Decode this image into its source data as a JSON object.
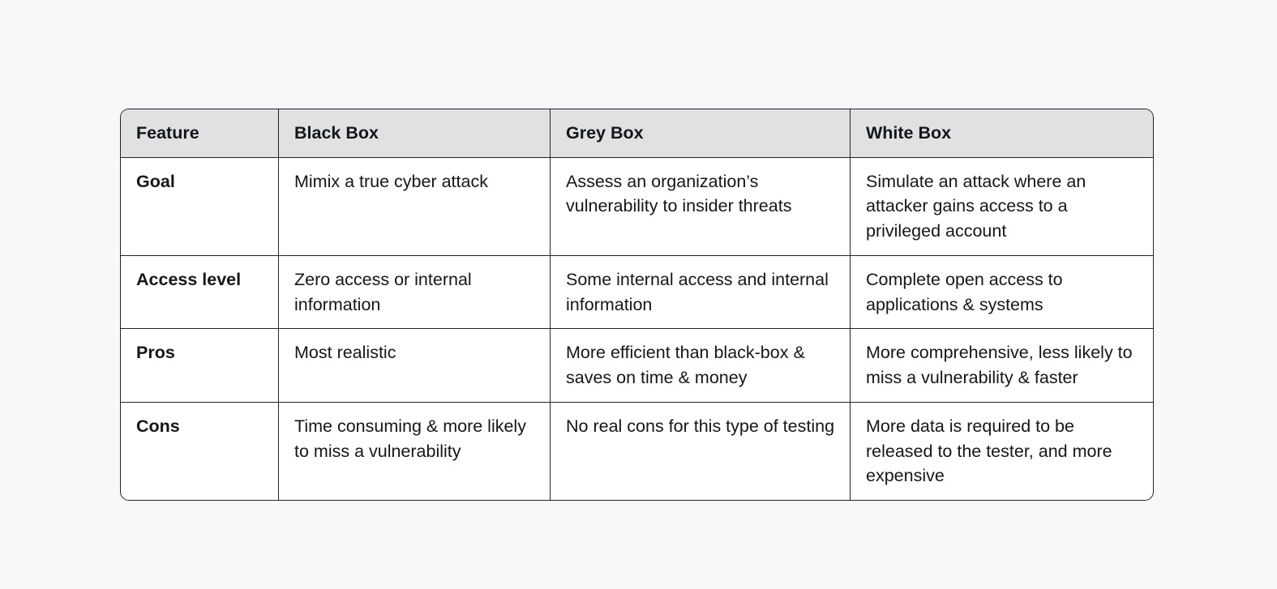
{
  "table": {
    "columns": [
      {
        "key": "feature",
        "header": "Feature"
      },
      {
        "key": "black_box",
        "header": "Black Box"
      },
      {
        "key": "grey_box",
        "header": "Grey Box"
      },
      {
        "key": "white_box",
        "header": "White Box"
      }
    ],
    "rows": [
      {
        "label": "Goal",
        "black_box": "Mimix a true cyber attack",
        "grey_box": "Assess an organization’s vulnerability to insider threats",
        "white_box": "Simulate an attack where an attacker gains access to a privileged account"
      },
      {
        "label": "Access level",
        "black_box": "Zero access or internal information",
        "grey_box": "Some internal access and internal information",
        "white_box": "Complete open access to applications & systems"
      },
      {
        "label": "Pros",
        "black_box": "Most realistic",
        "grey_box": "More efficient than black-box & saves on time & money",
        "white_box": "More comprehensive, less likely to miss a vulnerability & faster"
      },
      {
        "label": "Cons",
        "black_box": "Time consuming & more likely to miss a vulnerability",
        "grey_box": "No real cons for this type of testing",
        "white_box": "More data is required to be released to the tester, and more expensive"
      }
    ]
  },
  "colors": {
    "page_background": "#f7f8f9",
    "header_background": "#dfe1e3",
    "border": "#20242a",
    "text": "#14171a",
    "cell_background": "#ffffff"
  }
}
